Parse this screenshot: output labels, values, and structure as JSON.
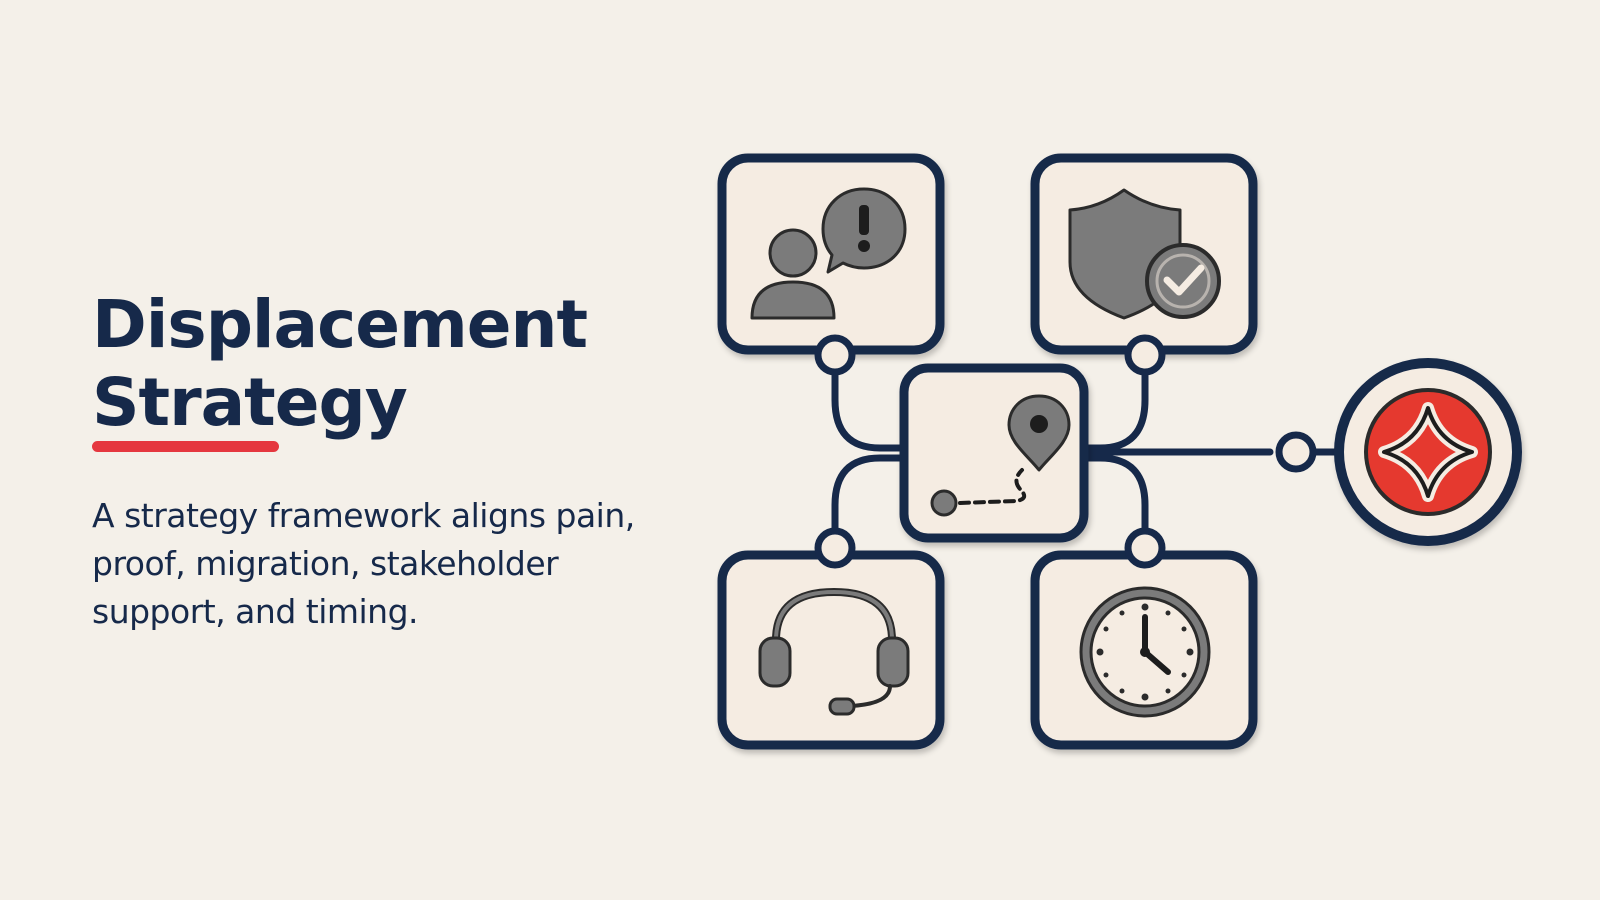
{
  "slide": {
    "title_line1": "Displacement",
    "title_line2": "Strategy",
    "description": "A strategy framework aligns pain, proof, migration, stakeholder support, and timing."
  },
  "colors": {
    "background": "#f4f0e9",
    "navy": "#16294a",
    "accent_red": "#e5373f",
    "icon_gray": "#777777",
    "card_fill": "#f5ece2"
  },
  "diagram": {
    "nodes": [
      {
        "id": "pain",
        "icon": "person-alert-speech-icon"
      },
      {
        "id": "proof",
        "icon": "shield-check-icon"
      },
      {
        "id": "migration",
        "icon": "route-map-pin-icon"
      },
      {
        "id": "stakeholder-support",
        "icon": "headset-icon"
      },
      {
        "id": "timing",
        "icon": "clock-icon"
      },
      {
        "id": "outcome",
        "icon": "sparkle-star-icon"
      }
    ]
  }
}
